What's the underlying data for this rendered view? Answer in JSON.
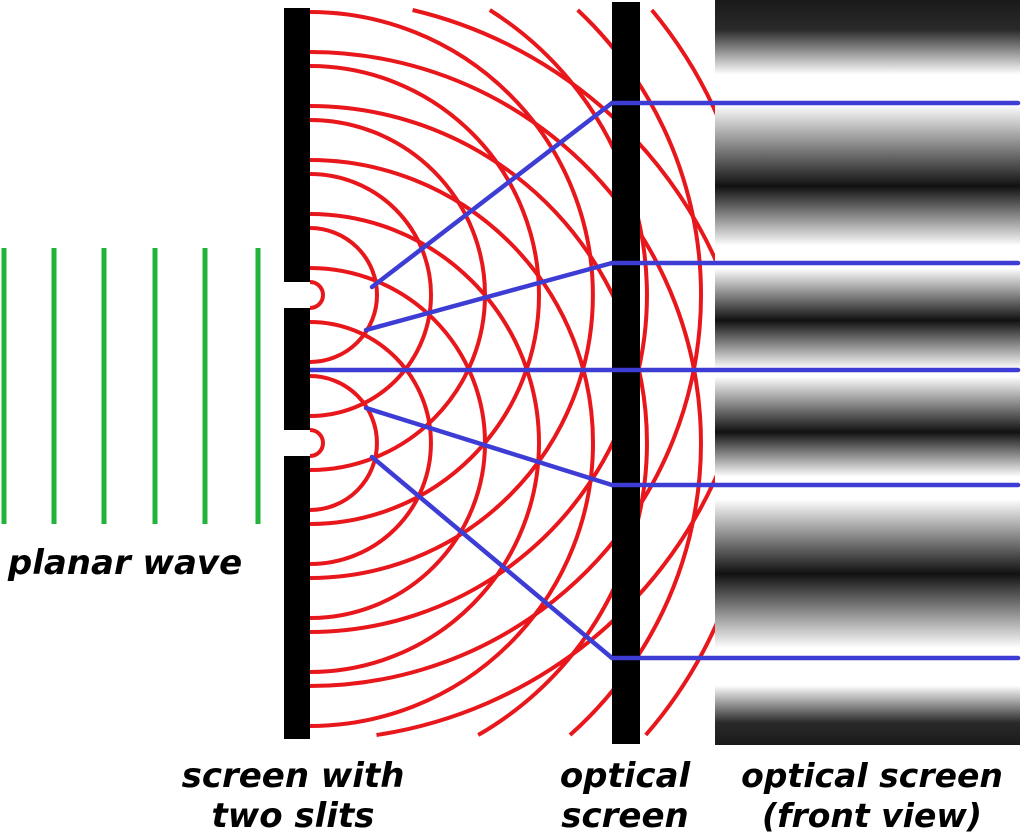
{
  "labels": {
    "planar_wave": "planar wave",
    "slit_screen_line1": "screen with",
    "slit_screen_line2": "two slits",
    "optical_screen_line1": "optical",
    "optical_screen_line2": "screen",
    "front_view_line1": "optical screen",
    "front_view_line2": "(front view)"
  },
  "colors": {
    "planar_wave": "#22b33a",
    "wavefronts": "#e8171c",
    "rays": "#3d3dd6",
    "screens": "#000000"
  },
  "wavefront_count_per_slit": 9,
  "ray_count": 5,
  "planar_wavefront_count": 6
}
